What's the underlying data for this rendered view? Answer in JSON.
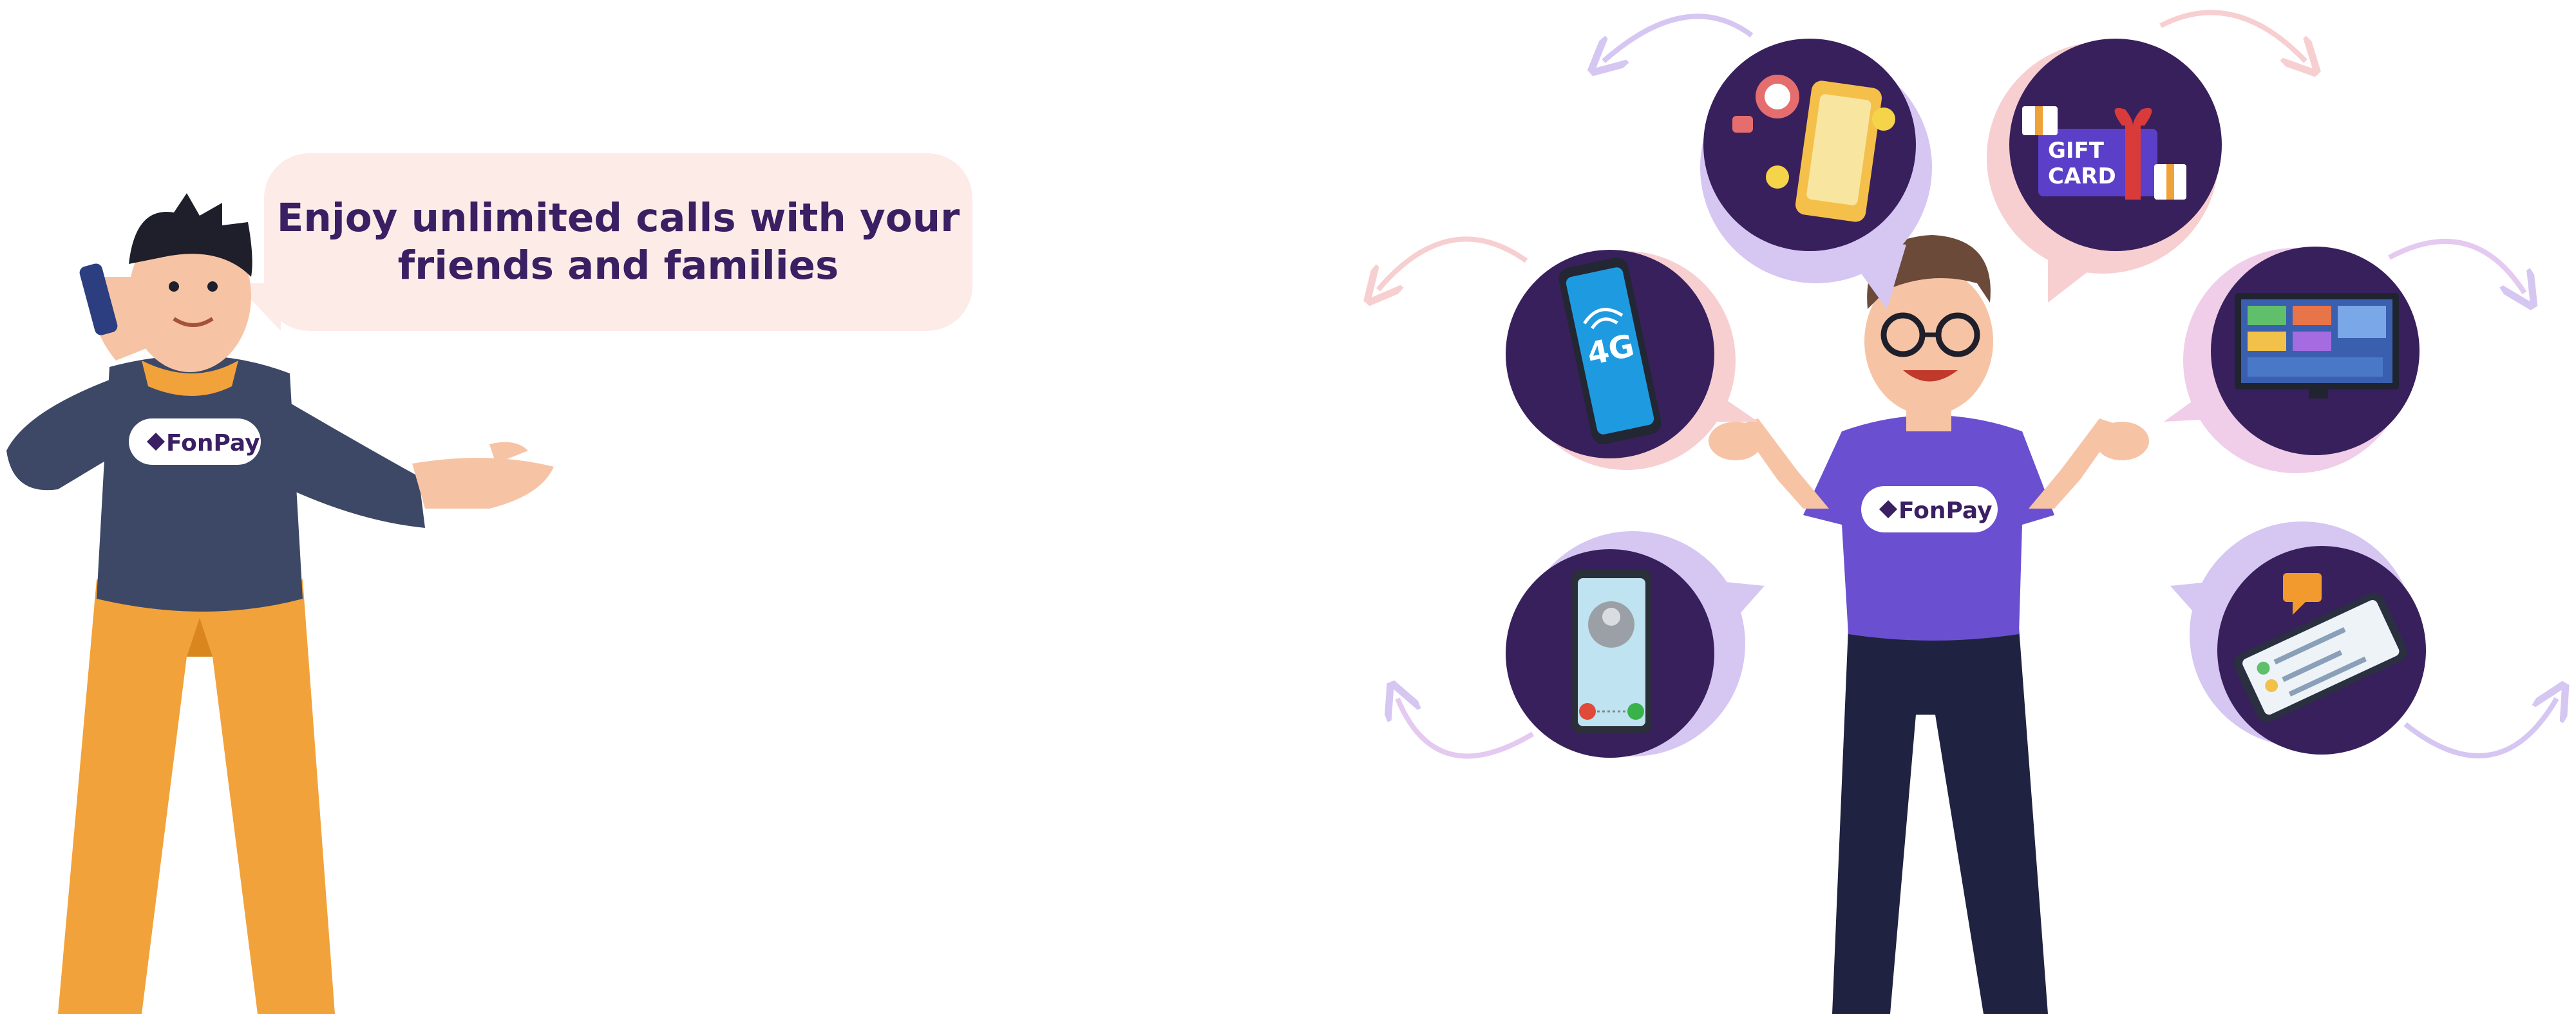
{
  "speech_bubble": {
    "line1": "Enjoy unlimited calls with your",
    "line2": "friends and families"
  },
  "left_character": {
    "shirt_logo": "FonPay"
  },
  "right_character": {
    "shirt_logo": "FonPay"
  },
  "feature_circles": [
    {
      "icon": "social-media-phone-icon"
    },
    {
      "icon": "gift-card-icon",
      "label_line1": "GIFT",
      "label_line2": "CARD"
    },
    {
      "icon": "4g-phone-icon",
      "label": "4G"
    },
    {
      "icon": "smart-tv-icon"
    },
    {
      "icon": "phone-call-icon"
    },
    {
      "icon": "messaging-phone-icon"
    }
  ],
  "colors": {
    "circle": "#38205c",
    "bubble": "#fdebe8",
    "text": "#3a1f63",
    "lavender": "#d6c6f2",
    "pink": "#f7cfd0",
    "shirt": "#6b4fd1",
    "sweater": "#3d4866",
    "pants": "#f2a23a"
  }
}
